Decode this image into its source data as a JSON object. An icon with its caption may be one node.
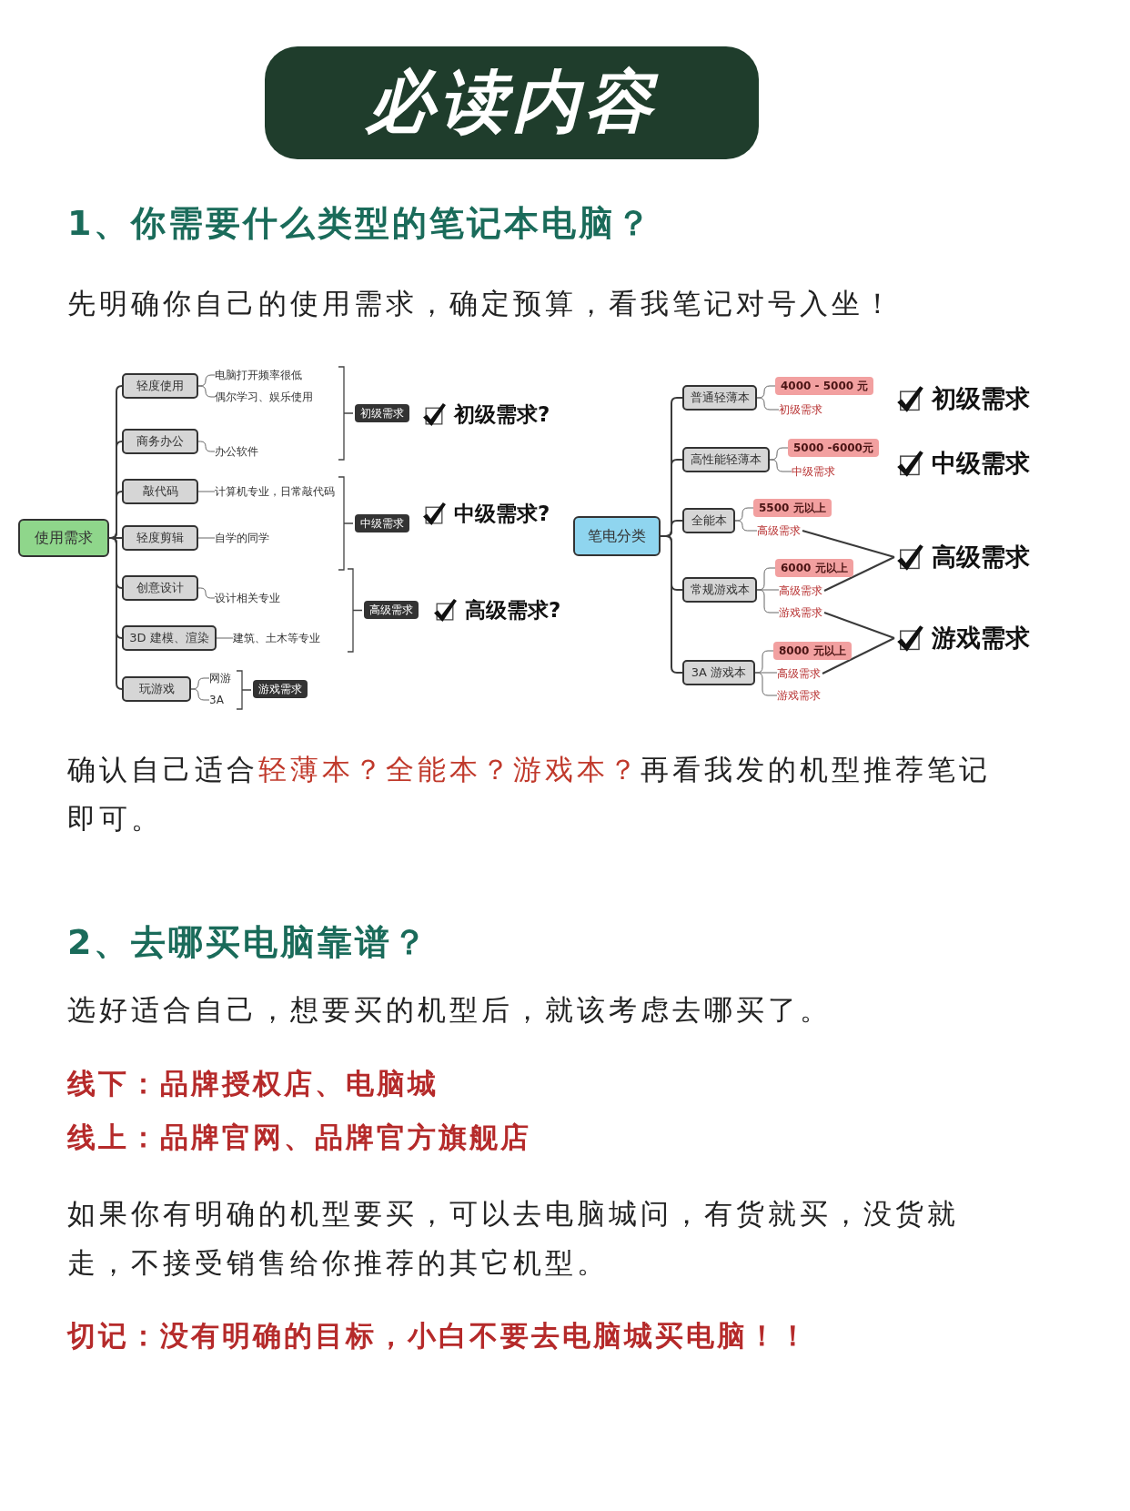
{
  "diagram": {
    "title": "必读内容",
    "nodes": [
      {
        "text": [
          "使用需求"
        ]
      },
      {
        "text": [
          "轻度使用"
        ]
      },
      {
        "text": [
          "电脑打开频率很低"
        ]
      },
      {
        "text": [
          "偶尔学习、娱乐使用"
        ]
      },
      {
        "text": [
          "商务办公"
        ]
      },
      {
        "text": [
          "办公软件"
        ]
      },
      {
        "text": [
          "敲代码"
        ]
      },
      {
        "text": [
          "计算机专业，日常敲代码"
        ]
      },
      {
        "text": [
          "轻度剪辑"
        ]
      },
      {
        "text": [
          "自学的同学"
        ]
      },
      {
        "text": [
          "创意设计"
        ]
      },
      {
        "text": [
          "设计相关专业"
        ]
      },
      {
        "text": [
          "3D 建模、渲染"
        ]
      },
      {
        "text": [
          "建筑、土木等专业"
        ]
      },
      {
        "text": [
          "玩游戏"
        ]
      },
      {
        "text": [
          "网游"
        ]
      },
      {
        "text": [
          "3A"
        ]
      },
      {
        "text": [
          "初级需求"
        ]
      },
      {
        "text": [
          "中级需求"
        ]
      },
      {
        "text": [
          "高级需求"
        ]
      },
      {
        "text": [
          "游戏需求"
        ]
      },
      {
        "text": [
          "笔电分类"
        ]
      },
      {
        "text": [
          "普通轻薄本"
        ]
      },
      {
        "text": [
          "4000 - 5000 元"
        ]
      },
      {
        "text": [
          "初级需求"
        ]
      },
      {
        "text": [
          "高性能轻薄本"
        ]
      },
      {
        "text": [
          "5000 -6000元"
        ]
      },
      {
        "text": [
          "中级需求"
        ]
      },
      {
        "text": [
          "全能本"
        ]
      },
      {
        "text": [
          "5500 元以上"
        ]
      },
      {
        "text": [
          "高级需求"
        ]
      },
      {
        "text": [
          "常规游戏本"
        ]
      },
      {
        "text": [
          "6000 元以上"
        ]
      },
      {
        "text": [
          "高级需求"
        ]
      },
      {
        "text": [
          "游戏需求"
        ]
      },
      {
        "text": [
          "3A 游戏本"
        ]
      },
      {
        "text": [
          "8000 元以上"
        ]
      },
      {
        "text": [
          "高级需求"
        ]
      },
      {
        "text": [
          "游戏需求"
        ]
      },
      {
        "text": [
          "高级需求"
        ]
      },
      {
        "text": [
          "游戏需求"
        ]
      }
    ],
    "edges": [
      {
        "from": 0,
        "to": 1,
        "arrow": "none"
      },
      {
        "from": 0,
        "to": 4,
        "arrow": "none"
      },
      {
        "from": 0,
        "to": 6,
        "arrow": "none"
      },
      {
        "from": 0,
        "to": 8,
        "arrow": "none"
      },
      {
        "from": 0,
        "to": 10,
        "arrow": "none"
      },
      {
        "from": 0,
        "to": 12,
        "arrow": "none"
      },
      {
        "from": 0,
        "to": 14,
        "arrow": "none"
      },
      {
        "from": 1,
        "to": 2,
        "arrow": "none"
      },
      {
        "from": 1,
        "to": 3,
        "arrow": "none"
      },
      {
        "from": 4,
        "to": 5,
        "arrow": "none"
      },
      {
        "from": 6,
        "to": 7,
        "arrow": "none"
      },
      {
        "from": 8,
        "to": 9,
        "arrow": "none"
      },
      {
        "from": 10,
        "to": 11,
        "arrow": "none"
      },
      {
        "from": 12,
        "to": 13,
        "arrow": "none"
      },
      {
        "from": 14,
        "to": 15,
        "arrow": "none"
      },
      {
        "from": 14,
        "to": 16,
        "arrow": "none"
      },
      {
        "from": 21,
        "to": 22,
        "arrow": "none"
      },
      {
        "from": 21,
        "to": 25,
        "arrow": "none"
      },
      {
        "from": 21,
        "to": 28,
        "arrow": "none"
      },
      {
        "from": 21,
        "to": 31,
        "arrow": "none"
      },
      {
        "from": 21,
        "to": 35,
        "arrow": "none"
      },
      {
        "from": 22,
        "to": 23,
        "arrow": "none"
      },
      {
        "from": 22,
        "to": 24,
        "arrow": "none"
      },
      {
        "from": 25,
        "to": 26,
        "arrow": "none"
      },
      {
        "from": 25,
        "to": 27,
        "arrow": "none"
      },
      {
        "from": 28,
        "to": 29,
        "arrow": "none"
      },
      {
        "from": 28,
        "to": 30,
        "arrow": "none"
      },
      {
        "from": 31,
        "to": 32,
        "arrow": "none"
      },
      {
        "from": 31,
        "to": 33,
        "arrow": "none"
      },
      {
        "from": 31,
        "to": 34,
        "arrow": "none"
      },
      {
        "from": 35,
        "to": 36,
        "arrow": "none"
      },
      {
        "from": 35,
        "to": 37,
        "arrow": "none"
      },
      {
        "from": 35,
        "to": 38,
        "arrow": "none"
      },
      {
        "from": 30,
        "to": 39,
        "arrow": "none"
      },
      {
        "from": 33,
        "to": 39,
        "arrow": "none"
      },
      {
        "from": 34,
        "to": 40,
        "arrow": "none"
      },
      {
        "from": 37,
        "to": 40,
        "arrow": "none"
      }
    ],
    "labels": [
      "1、你需要什么类型的笔记本电脑？",
      "先明确你自己的使用需求，确定预算，看我笔记对号入坐！",
      "初级需求?",
      "中级需求?",
      "高级需求?",
      "初级需求",
      "中级需求",
      "确认自己适合**轻薄本？全能本？游戏本？**再看我发的机型推荐笔记即可。",
      "2、去哪买电脑靠谱？",
      "选好适合自己，想要买的机型后，就该考虑去哪买了。",
      "线下：品牌授权店、电脑城",
      "线上：品牌官网、品牌官方旗舰店",
      "如果你有明确的机型要买，可以去电脑城问，有货就买，没货就走，不接受销售给你推荐的其它机型。",
      "切记：没有明确的目标，小白不要去电脑城买电脑！！"
    ]
  }
}
